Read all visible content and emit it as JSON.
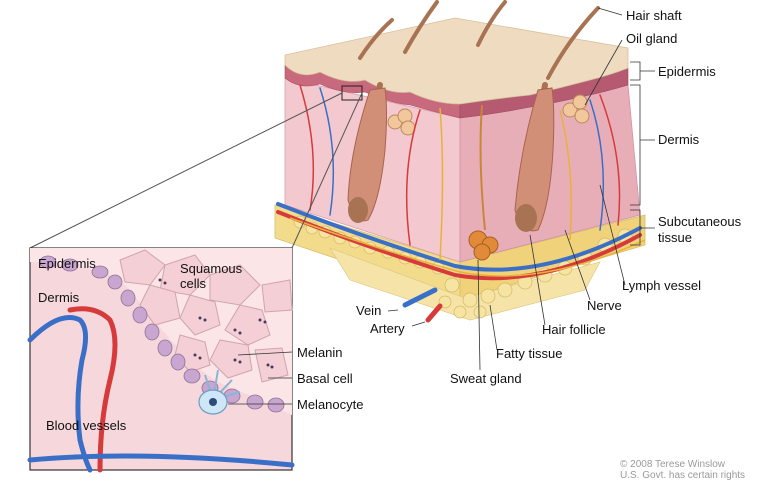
{
  "labels": {
    "hair_shaft": "Hair shaft",
    "oil_gland": "Oil gland",
    "epidermis": "Epidermis",
    "dermis": "Dermis",
    "subcutaneous_1": "Subcutaneous",
    "subcutaneous_2": "tissue",
    "lymph_vessel": "Lymph vessel",
    "nerve": "Nerve",
    "hair_follicle": "Hair follicle",
    "fatty_tissue": "Fatty tissue",
    "sweat_gland": "Sweat gland",
    "vein": "Vein",
    "artery": "Artery"
  },
  "inset": {
    "epidermis": "Epidermis",
    "dermis": "Dermis",
    "squamous_1": "Squamous",
    "squamous_2": "cells",
    "melanin": "Melanin",
    "basal_cell": "Basal cell",
    "melanocyte": "Melanocyte",
    "blood_vessels": "Blood vessels"
  },
  "credit": {
    "line1": "© 2008 Terese Winslow",
    "line2": "U.S. Govt. has certain rights"
  },
  "colors": {
    "epidermis_top": "#efdcc0",
    "dermis": "#f3c8cf",
    "dermis_side": "#e8aeb8",
    "fat": "#f2dc8c",
    "hair": "#a87352",
    "artery": "#d63a3a",
    "vein": "#3a6fc8",
    "nerve": "#e8b23a",
    "inset_bg": "#f6d7db",
    "basal": "#c9a6cf"
  }
}
